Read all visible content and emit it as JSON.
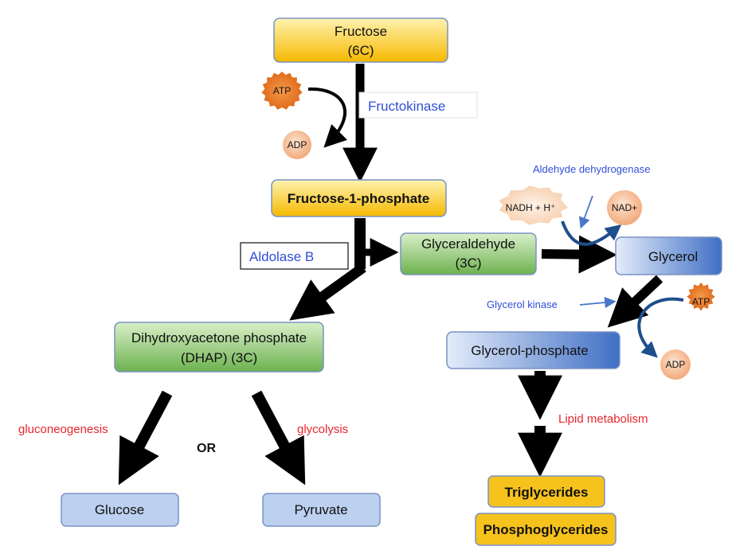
{
  "nodes": {
    "fructose": {
      "line1": "Fructose",
      "line2": "(6C)"
    },
    "fructose_1_phosphate": {
      "label": "Fructose-1-phosphate"
    },
    "glyceraldehyde": {
      "line1": "Glyceraldehyde",
      "line2": "(3C)"
    },
    "glycerol": {
      "label": "Glycerol"
    },
    "dhap": {
      "line1": "Dihydroxyacetone phosphate",
      "line2": "(DHAP) (3C)"
    },
    "glycerol_phosphate": {
      "label": "Glycerol-phosphate"
    },
    "glucose": {
      "label": "Glucose"
    },
    "pyruvate": {
      "label": "Pyruvate"
    },
    "triglycerides": {
      "label": "Triglycerides"
    },
    "phosphoglycerides": {
      "label": "Phosphoglycerides"
    }
  },
  "enzymes": {
    "fructokinase": "Fructokinase",
    "aldolase_b": "Aldolase B",
    "aldehyde_dehydrogenase": "Aldehyde dehydrogenase",
    "glycerol_kinase": "Glycerol kinase"
  },
  "cofactors": {
    "atp_top": "ATP",
    "adp_top": "ADP",
    "nadh": "NADH + H⁺",
    "nad": "NAD+",
    "atp_right": "ATP",
    "adp_right": "ADP"
  },
  "pathways": {
    "gluconeogenesis": "gluconeogenesis",
    "or": "OR",
    "glycolysis": "glycolysis",
    "lipid_metabolism": "Lipid metabolism"
  },
  "colors": {
    "yellow_top": "#fff3b0",
    "yellow_bottom": "#f5b800",
    "green_top": "#d9efc9",
    "green_bottom": "#6db24f",
    "blue_top": "#d7e3f8",
    "blue_bottom": "#4a78c9",
    "light_blue": "#bcd0ef",
    "gold": "#f6c21c",
    "atp_orange": "#e8772a",
    "adp_peach": "#f4c09c",
    "enzyme_blue": "#2f4fd8",
    "red_label": "#e8262c"
  }
}
